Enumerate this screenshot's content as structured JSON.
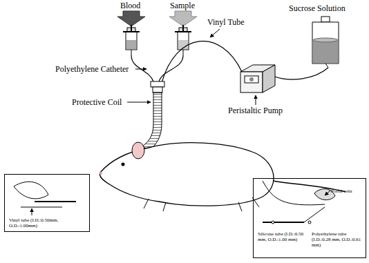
{
  "diagram": {
    "nodes": [
      {
        "text": [
          "Vinyl tube (I.D.:0.50mm, O.D.:1.00mm)"
        ]
      },
      {
        "text": [
          "Portal vein",
          "Silicone tube (I.D.:0.50 mm, O.D.:1.00 mm)",
          "Polyethylene tube (I.D.:0.28 mm, O.D.:0.61 mm)"
        ]
      }
    ],
    "labels": [
      "Blood",
      "Sample",
      "Sucrose Solution",
      "Vinyl Tube",
      "Polyethylene Catheter",
      "Protective Coil",
      "Peristaltic Pump"
    ]
  }
}
